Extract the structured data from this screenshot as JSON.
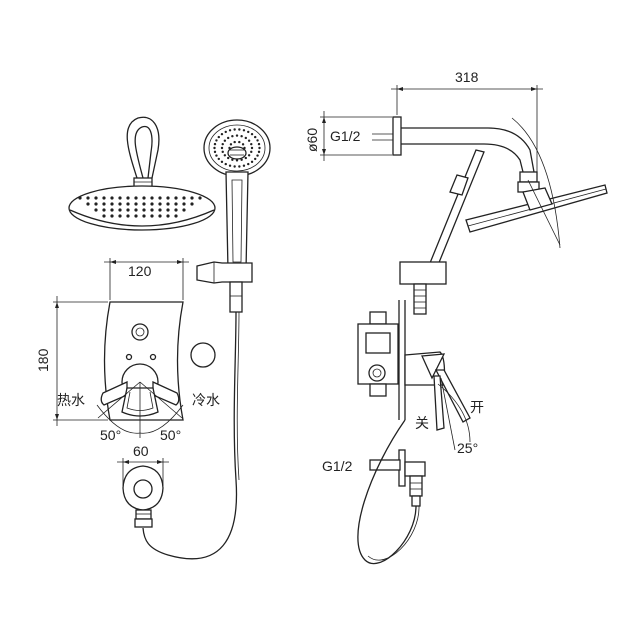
{
  "left_view": {
    "width_label": "120",
    "height_label": "180",
    "hot_label": "热水",
    "cold_label": "冷水",
    "hot_angle": "50°",
    "cold_angle": "50°",
    "inlet_width_label": "60"
  },
  "right_view": {
    "arm_length_label": "318",
    "flange_dia_label": "ø60",
    "top_thread_label": "G1/2",
    "bottom_thread_label": "G1/2",
    "open_label": "开",
    "close_label": "关",
    "lever_angle": "25°"
  }
}
